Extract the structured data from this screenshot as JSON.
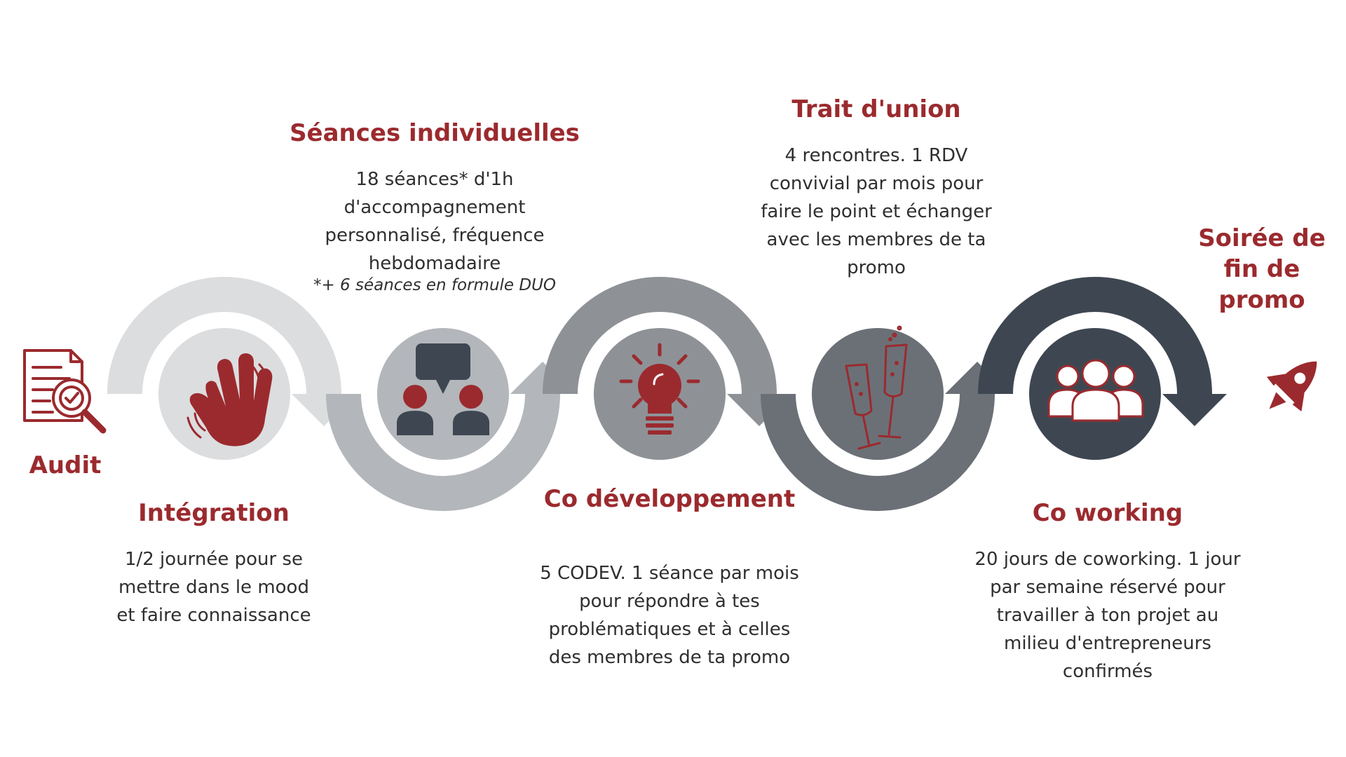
{
  "steps": {
    "audit": {
      "title": "Audit"
    },
    "integration": {
      "title": "Intégration",
      "desc": "1/2 journée pour se mettre dans le mood et faire connaissance"
    },
    "seances": {
      "title": "Séances individuelles",
      "desc": "18 séances* d'1h d'accompagnement personnalisé, fréquence hebdomadaire",
      "note": "*+ 6 séances en formule DUO"
    },
    "codev": {
      "title": "Co développement",
      "desc": "5 CODEV. 1 séance par mois pour répondre à tes problématiques et à celles des membres de ta promo"
    },
    "trait": {
      "title": "Trait d'union",
      "desc": "4 rencontres. 1 RDV convivial par mois pour faire le point et échanger avec les membres de ta promo"
    },
    "coworking": {
      "title": "Co working",
      "desc": "20 jours de coworking. 1 jour par semaine réservé pour travailler à ton projet au milieu d'entrepreneurs confirmés"
    },
    "soiree": {
      "title": "Soirée de fin de promo"
    }
  },
  "icons": {
    "audit": "audit-document-magnifier-icon",
    "integration": "waving-hand-icon",
    "seances": "two-people-speech-bubble-icon",
    "codev": "lightbulb-icon",
    "trait": "champagne-glasses-icon",
    "coworking": "group-people-icon",
    "soiree": "rocket-icon"
  },
  "colors": {
    "accent": "#9b2a2e",
    "text": "#2f2f2f",
    "arc_1": "#dcdddf",
    "arc_2": "#b3b6ba",
    "arc_3": "#8e9297",
    "arc_4": "#6b7077",
    "arc_5": "#3e4751",
    "circle_1": "#dcdddf",
    "circle_2": "#b3b6ba",
    "circle_3": "#8e9297",
    "circle_4": "#6b7077",
    "circle_5": "#3e4751"
  }
}
